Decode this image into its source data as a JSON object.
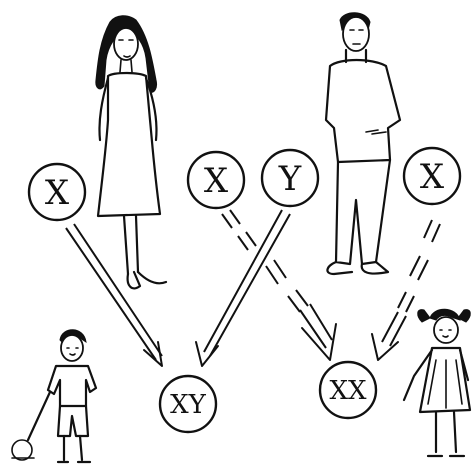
{
  "diagram": {
    "mother_chromosome": "X",
    "father_chromosomes": [
      "X",
      "Y"
    ],
    "father_second": "X",
    "son_genotype": "XY",
    "daughter_genotype": "XX"
  }
}
